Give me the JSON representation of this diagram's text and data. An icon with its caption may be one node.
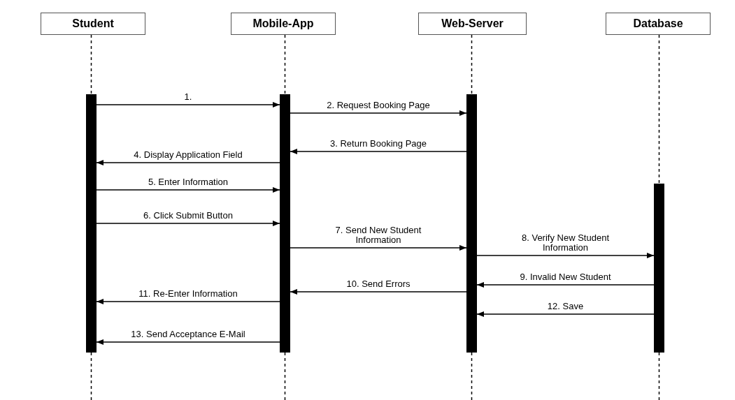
{
  "diagram": {
    "nodes": [
      {
        "text": [
          "Student"
        ]
      },
      {
        "text": [
          "Mobile-App"
        ]
      },
      {
        "text": [
          "Web-Server"
        ]
      },
      {
        "text": [
          "Database"
        ]
      },
      {
        "text": [],
        "shape": "bar"
      },
      {
        "text": [],
        "shape": "bar"
      },
      {
        "text": [],
        "shape": "bar"
      },
      {
        "text": [],
        "shape": "bar"
      }
    ],
    "edges": [
      {
        "from": 0,
        "to": 4,
        "arrow": "none",
        "style": "dashed"
      },
      {
        "from": 1,
        "to": 5,
        "arrow": "none",
        "style": "dashed"
      },
      {
        "from": 2,
        "to": 6,
        "arrow": "none",
        "style": "dashed"
      },
      {
        "from": 3,
        "to": 7,
        "arrow": "none",
        "style": "dashed"
      },
      {
        "from": 4,
        "to": 5,
        "arrow": "to",
        "label": "1."
      },
      {
        "from": 5,
        "to": 6,
        "arrow": "to",
        "label": "2. Request Booking Page"
      },
      {
        "from": 6,
        "to": 5,
        "arrow": "to",
        "label": "3. Return Booking Page"
      },
      {
        "from": 5,
        "to": 4,
        "arrow": "to",
        "label": "4. Display Application Field"
      },
      {
        "from": 4,
        "to": 5,
        "arrow": "to",
        "label": "5. Enter Information"
      },
      {
        "from": 4,
        "to": 5,
        "arrow": "to",
        "label": "6. Click Submit Button"
      },
      {
        "from": 5,
        "to": 6,
        "arrow": "to",
        "label": "7. Send New Student Information"
      },
      {
        "from": 6,
        "to": 7,
        "arrow": "to",
        "label": "8. Verify New Student Information"
      },
      {
        "from": 7,
        "to": 6,
        "arrow": "to",
        "label": "9. Invalid New Student"
      },
      {
        "from": 6,
        "to": 5,
        "arrow": "to",
        "label": "10. Send Errors"
      },
      {
        "from": 5,
        "to": 4,
        "arrow": "to",
        "label": "11. Re-Enter Information"
      },
      {
        "from": 7,
        "to": 6,
        "arrow": "to",
        "label": "12. Save"
      },
      {
        "from": 5,
        "to": 4,
        "arrow": "to",
        "label": "13. Send Acceptance E-Mail"
      },
      {
        "from": 4,
        "to": null,
        "arrow": "none",
        "style": "dashed"
      },
      {
        "from": 5,
        "to": null,
        "arrow": "none",
        "style": "dashed"
      },
      {
        "from": 6,
        "to": null,
        "arrow": "none",
        "style": "dashed"
      },
      {
        "from": 7,
        "to": null,
        "arrow": "none",
        "style": "dashed"
      }
    ]
  }
}
